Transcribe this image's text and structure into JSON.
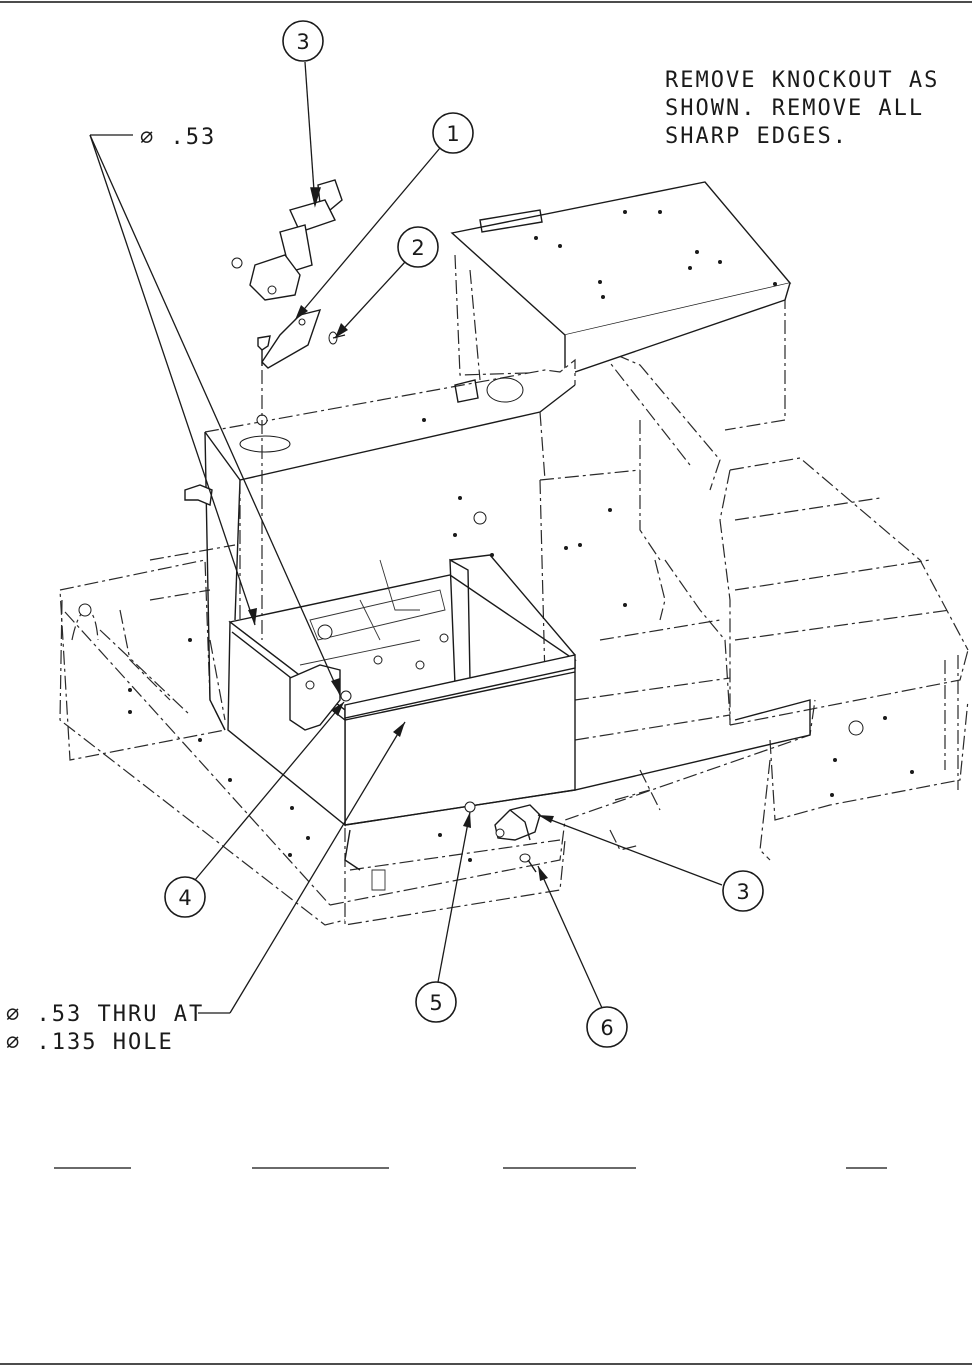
{
  "notes": {
    "knockout": [
      "REMOVE KNOCKOUT AS",
      "SHOWN. REMOVE ALL",
      "SHARP EDGES."
    ],
    "dia_top": "∅ .53",
    "dia_thru": [
      "∅ .53 THRU AT",
      "∅ .135 HOLE"
    ]
  },
  "callouts": [
    {
      "id": "callout-3-top",
      "label": "3"
    },
    {
      "id": "callout-1",
      "label": "1"
    },
    {
      "id": "callout-2",
      "label": "2"
    },
    {
      "id": "callout-4",
      "label": "4"
    },
    {
      "id": "callout-3-bottom",
      "label": "3"
    },
    {
      "id": "callout-5",
      "label": "5"
    },
    {
      "id": "callout-6",
      "label": "6"
    }
  ],
  "colors": {
    "ink": "#1a1a1a",
    "background": "#ffffff"
  }
}
